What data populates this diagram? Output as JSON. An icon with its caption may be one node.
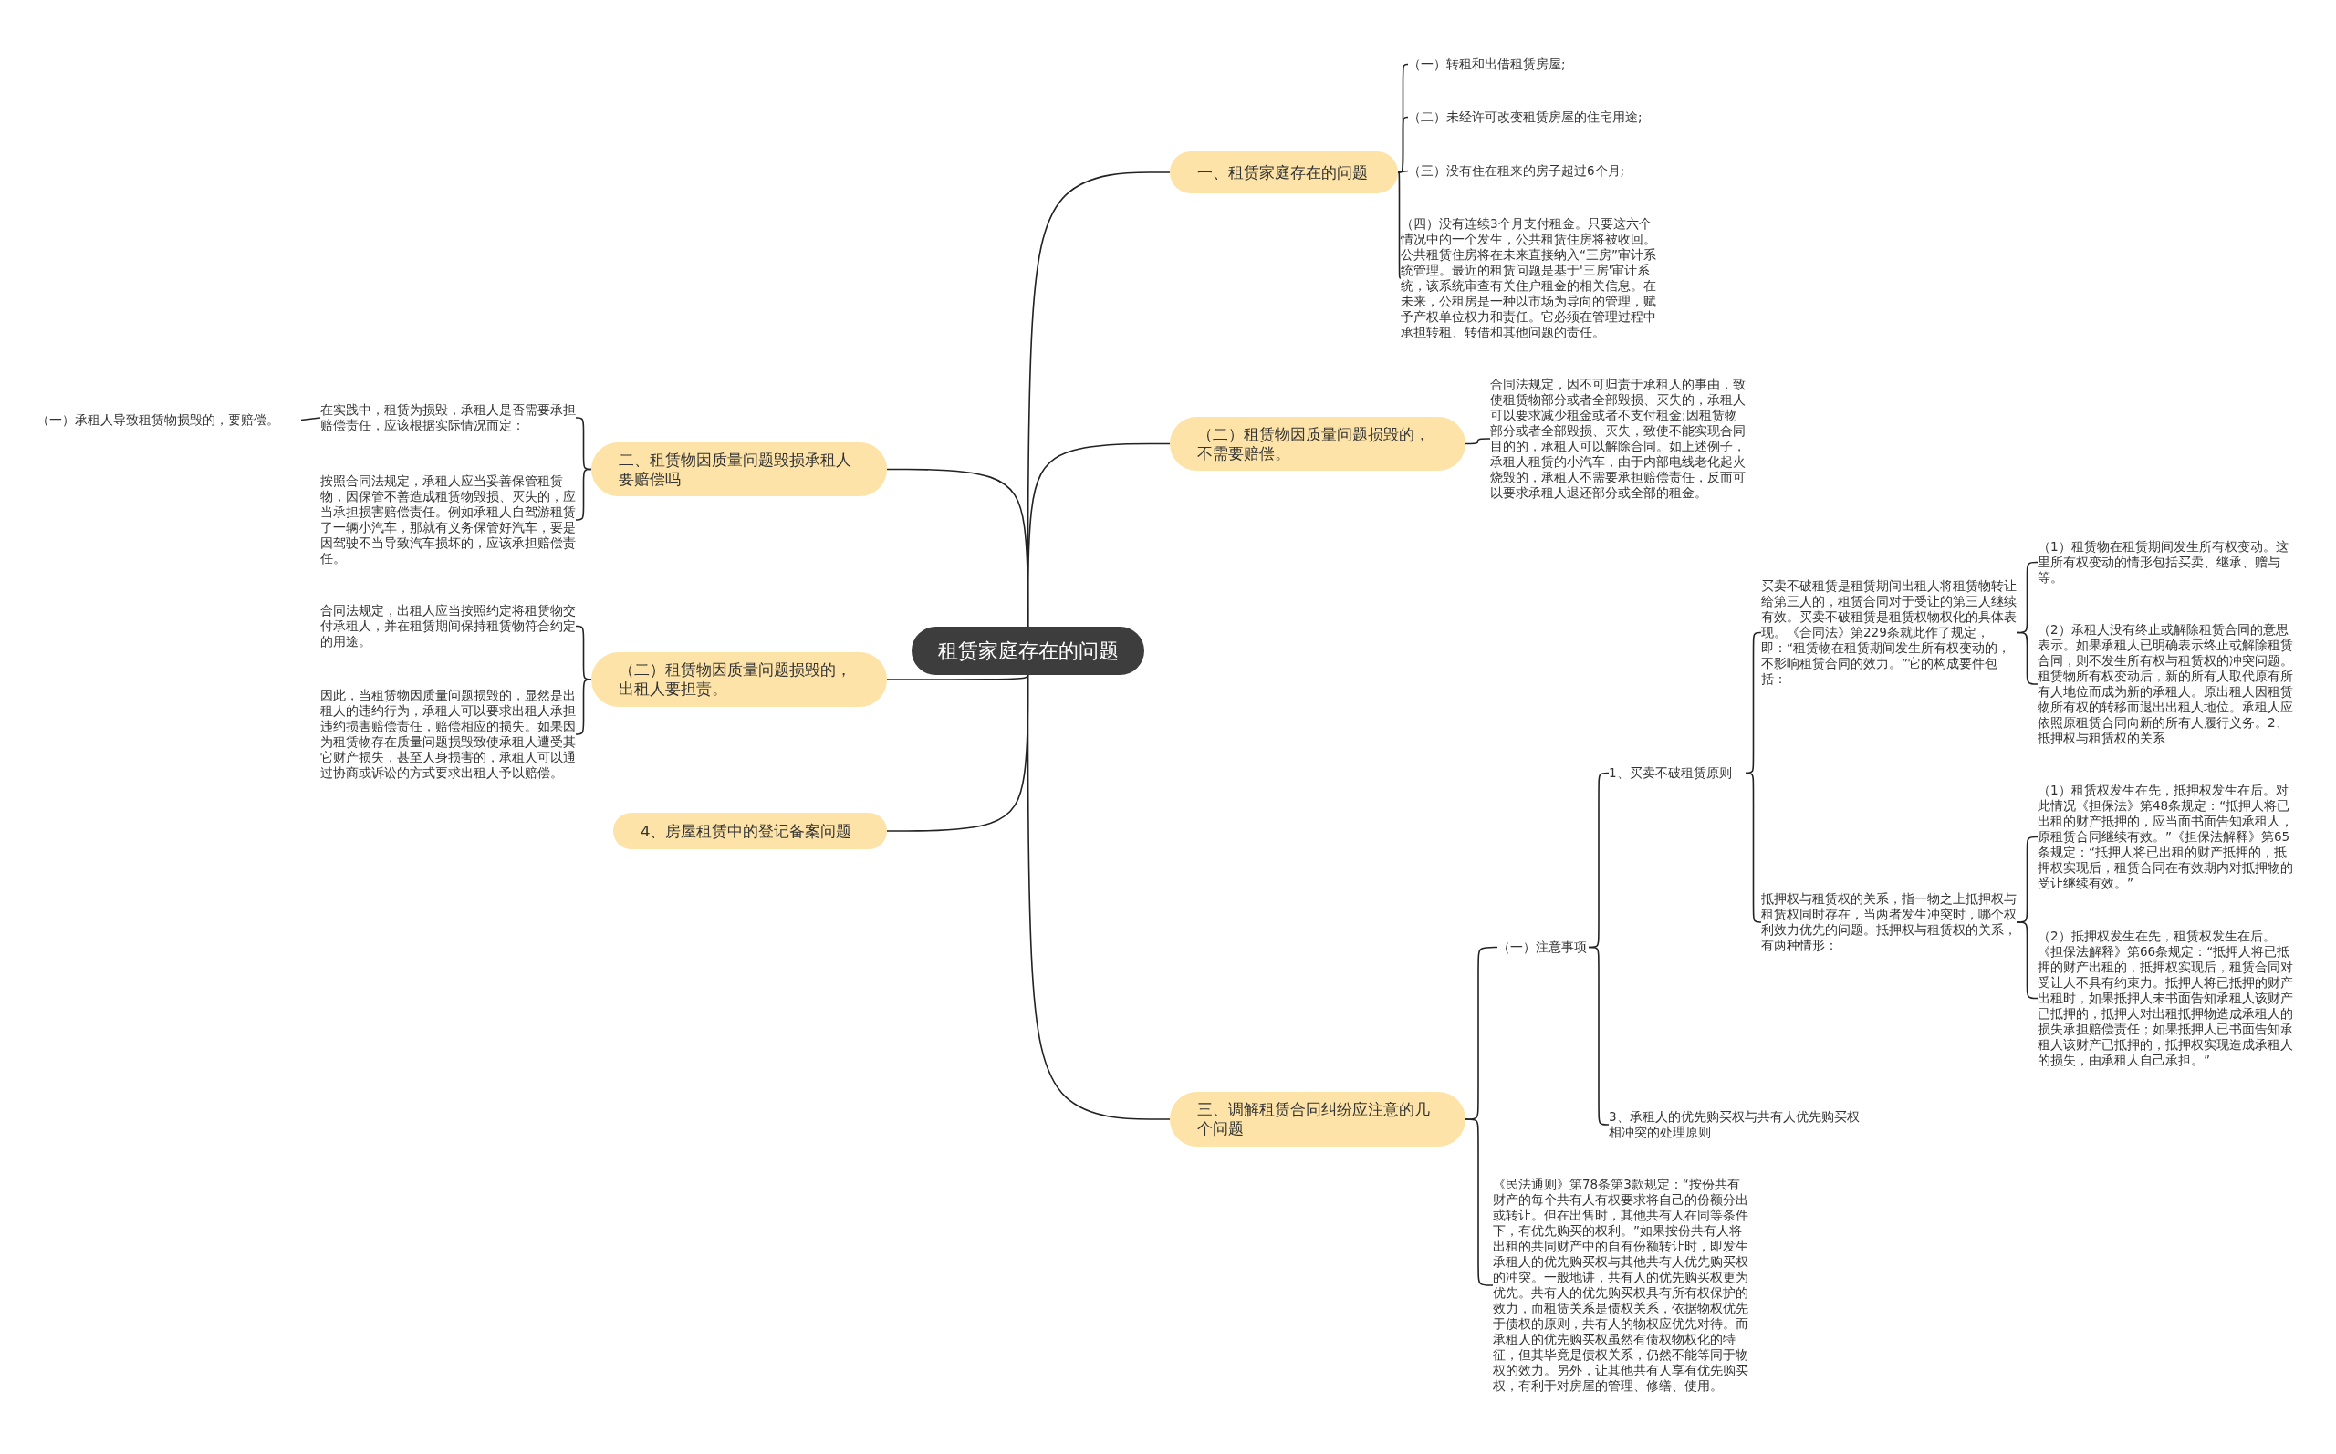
{
  "diagram": {
    "nodes": [
      {
        "text": [
          "租赁家庭存在的问题"
        ]
      },
      {
        "text": [
          "一、租赁家庭存在的问题"
        ]
      },
      {
        "text": [
          "（一）转租和出借租赁房屋;"
        ]
      },
      {
        "text": [
          "（二）未经许可改变租赁房屋的住宅用途;"
        ]
      },
      {
        "text": [
          "（三）没有住在租来的房子超过6个月;"
        ]
      },
      {
        "text": [
          "（四）没有连续3个月支付租金。只要这六个情况中的一个发生，公共租赁住房将被收回。公共租赁住房将在未来直接纳入“三房”审计系统管理。最近的租赁问题是基于'三房'审计系统，该系统审查有关住户租金的相关信息。在未来，公租房是一种以市场为导向的管理，赋予产权单位权力和责任。它必须在管理过程中承担转租、转借和其他问题的责任。"
        ]
      },
      {
        "text": [
          "（二）租赁物因质量问题损毁的，不需要赔偿。"
        ]
      },
      {
        "text": [
          "合同法规定，因不可归责于承租人的事由，致使租赁物部分或者全部毁损、灭失的，承租人可以要求减少租金或者不支付租金;因租赁物部分或者全部毁损、灭失，致使不能实现合同目的的，承租人可以解除合同。如上述例子，承租人租赁的小汽车，由于内部电线老化起火烧毁的，承租人不需要承担赔偿责任，反而可以要求承租人退还部分或全部的租金。"
        ]
      },
      {
        "text": [
          "三、调解租赁合同纠纷应注意的几个问题"
        ]
      },
      {
        "text": [
          "（一）注意事项"
        ]
      },
      {
        "text": [
          "1、买卖不破租赁原则"
        ]
      },
      {
        "text": [
          "买卖不破租赁是租赁期间出租人将租赁物转让给第三人的，租赁合同对于受让的第三人继续有效。买卖不破租赁是租赁权物权化的具体表现。《合同法》第229条就此作了规定，即：“租赁物在租赁期间发生所有权变动的，不影响租赁合同的效力。”它的构成要件包括："
        ]
      },
      {
        "text": [
          "（1）租赁物在租赁期间发生所有权变动。这里所有权变动的情形包括买卖、继承、赠与等。"
        ]
      },
      {
        "text": [
          "（2）承租人没有终止或解除租赁合同的意思表示。如果承租人已明确表示终止或解除租赁合同，则不发生所有权与租赁权的冲突问题。租赁物所有权变动后，新的所有人取代原有所有人地位而成为新的承租人。原出租人因租赁物所有权的转移而退出出租人地位。承租人应依照原租赁合同向新的所有人履行义务。2、抵押权与租赁权的关系"
        ]
      },
      {
        "text": [
          "抵押权与租赁权的关系，指一物之上抵押权与租赁权同时存在，当两者发生冲突时，哪个权利效力优先的问题。抵押权与租赁权的关系，有两种情形："
        ]
      },
      {
        "text": [
          "（1）租赁权发生在先，抵押权发生在后。对此情况《担保法》第48条规定：“抵押人将已出租的财产抵押的，应当面书面告知承租人，原租赁合同继续有效。”《担保法解释》第65条规定：“抵押人将已出租的财产抵押的，抵押权实现后，租赁合同在有效期内对抵押物的受让继续有效。”"
        ]
      },
      {
        "text": [
          "（2）抵押权发生在先，租赁权发生在后。《担保法解释》第66条规定：“抵押人将已抵押的财产出租的，抵押权实现后，租赁合同对受让人不具有约束力。抵押人将已抵押的财产出租时，如果抵押人未书面告知承租人该财产已抵押的，抵押人对出租抵押物造成承租人的损失承担赔偿责任；如果抵押人已书面告知承租人该财产已抵押的，抵押权实现造成承租人的损失，由承租人自己承担。”"
        ]
      },
      {
        "text": [
          "3、承租人的优先购买权与共有人优先购买权相冲突的处理原则"
        ]
      },
      {
        "text": [
          "《民法通则》第78条第3款规定：“按份共有财产的每个共有人有权要求将自己的份额分出或转让。但在出售时，其他共有人在同等条件下，有优先购买的权利。”如果按份共有人将出租的共同财产中的自有份额转让时，即发生承租人的优先购买权与其他共有人优先购买权的冲突。一般地讲，共有人的优先购买权更为优先。共有人的优先购买权具有所有权保护的效力，而租赁关系是债权关系，依据物权优先于债权的原则，共有人的物权应优先对待。而承租人的优先购买权虽然有债权物权化的特征，但其毕竟是债权关系，仍然不能等同于物权的效力。另外，让其他共有人享有优先购买权，有利于对房屋的管理、修缮、使用。"
        ]
      },
      {
        "text": [
          "二、租赁物因质量问题毁损承租人要赔偿吗"
        ]
      },
      {
        "text": [
          "在实践中，租赁为损毁，承租人是否需要承担赔偿责任，应该根据实际情况而定："
        ]
      },
      {
        "text": [
          "（一）承租人导致租赁物损毁的，要赔偿。"
        ]
      },
      {
        "text": [
          "按照合同法规定，承租人应当妥善保管租赁物，因保管不善造成租赁物毁损、灭失的，应当承担损害赔偿责任。例如承租人自驾游租赁了一辆小汽车，那就有义务保管好汽车，要是因驾驶不当导致汽车损坏的，应该承担赔偿责任。"
        ]
      },
      {
        "text": [
          "（二）租赁物因质量问题损毁的，出租人要担责。"
        ]
      },
      {
        "text": [
          "合同法规定，出租人应当按照约定将租赁物交付承租人，并在租赁期间保持租赁物符合约定的用途。"
        ]
      },
      {
        "text": [
          "因此，当租赁物因质量问题损毁的，显然是出租人的违约行为，承租人可以要求出租人承担违约损害赔偿责任，赔偿相应的损失。如果因为租赁物存在质量问题损毁致使承租人遭受其它财产损失，甚至人身损害的，承租人可以通过协商或诉讼的方式要求出租人予以赔偿。"
        ]
      },
      {
        "text": [
          "4、房屋租赁中的登记备案问题"
        ]
      }
    ],
    "edges": [
      {
        "from": 0,
        "to": 1,
        "arrow": "none"
      },
      {
        "from": 1,
        "to": 2,
        "arrow": "none"
      },
      {
        "from": 1,
        "to": 3,
        "arrow": "none"
      },
      {
        "from": 1,
        "to": 4,
        "arrow": "none"
      },
      {
        "from": 1,
        "to": 5,
        "arrow": "none"
      },
      {
        "from": 0,
        "to": 6,
        "arrow": "none"
      },
      {
        "from": 6,
        "to": 7,
        "arrow": "none"
      },
      {
        "from": 0,
        "to": 8,
        "arrow": "none"
      },
      {
        "from": 8,
        "to": 9,
        "arrow": "none"
      },
      {
        "from": 9,
        "to": 10,
        "arrow": "none"
      },
      {
        "from": 10,
        "to": 11,
        "arrow": "none"
      },
      {
        "from": 11,
        "to": 12,
        "arrow": "none"
      },
      {
        "from": 11,
        "to": 13,
        "arrow": "none"
      },
      {
        "from": 10,
        "to": 14,
        "arrow": "none"
      },
      {
        "from": 14,
        "to": 15,
        "arrow": "none"
      },
      {
        "from": 14,
        "to": 16,
        "arrow": "none"
      },
      {
        "from": 9,
        "to": 17,
        "arrow": "none"
      },
      {
        "from": 8,
        "to": 18,
        "arrow": "none"
      },
      {
        "from": 0,
        "to": 19,
        "arrow": "none"
      },
      {
        "from": 19,
        "to": 20,
        "arrow": "none"
      },
      {
        "from": 20,
        "to": 21,
        "arrow": "none"
      },
      {
        "from": 19,
        "to": 22,
        "arrow": "none"
      },
      {
        "from": 0,
        "to": 23,
        "arrow": "none"
      },
      {
        "from": 23,
        "to": 24,
        "arrow": "none"
      },
      {
        "from": 23,
        "to": 25,
        "arrow": "none"
      },
      {
        "from": 0,
        "to": 26,
        "arrow": "none"
      }
    ]
  }
}
